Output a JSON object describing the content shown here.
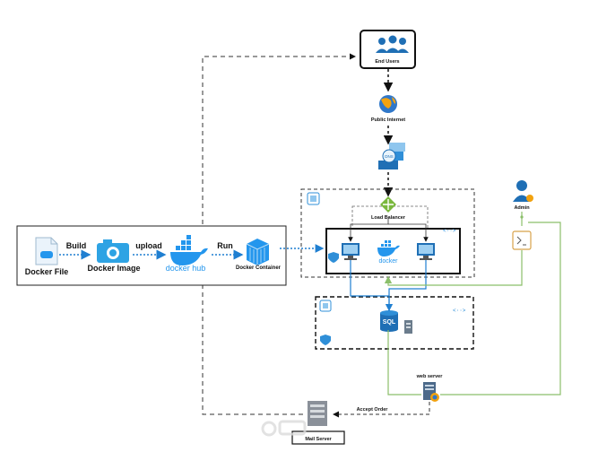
{
  "nodes": {
    "end_users": "End Users",
    "public_internet": "Public Internet",
    "dns": "DNS",
    "load_balancer": "Load Balancer",
    "admin": "Admin",
    "docker_file": "Docker File",
    "docker_image": "Docker Image",
    "docker_hub": "docker hub",
    "docker_container": "Docker Container",
    "docker_logo_text": "docker",
    "sql": "SQL",
    "web_server": "web server",
    "mail_server": "Mail Server"
  },
  "edges": {
    "build": "Build",
    "upload": "upload",
    "run": "Run",
    "accept_order": "Accept Order"
  },
  "colors": {
    "blue": "#1f7fd1",
    "docker_blue": "#2496ed",
    "green": "#8bbf6a",
    "dark": "#111111",
    "orange": "#f2a20f"
  }
}
